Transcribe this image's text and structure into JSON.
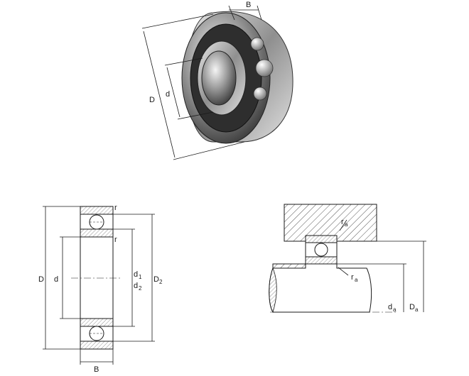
{
  "perspective_view": {
    "labels": {
      "outer_diameter": "D",
      "bore": "d",
      "width": "B"
    }
  },
  "section_view": {
    "labels": {
      "outer_diameter": "D",
      "bore": "d",
      "shoulder_d1": "d",
      "shoulder_d1_sub": "1",
      "shoulder_d2": "d",
      "shoulder_d2_sub": "2",
      "outer_shoulder": "D",
      "outer_shoulder_sub": "2",
      "chamfer_top": "r",
      "chamfer_inner": "r",
      "width": "B"
    }
  },
  "mounting_view": {
    "labels": {
      "fillet_top": "r",
      "fillet_top_sub": "a",
      "fillet_bottom": "r",
      "fillet_bottom_sub": "a",
      "shaft_abutment": "d",
      "shaft_abutment_sub": "a",
      "housing_abutment": "D",
      "housing_abutment_sub": "a"
    }
  },
  "colors": {
    "line": "#1a1a1a",
    "hatch": "#555555",
    "metal_dark": "#3c3c3c",
    "metal_light": "#d9d9d9"
  }
}
